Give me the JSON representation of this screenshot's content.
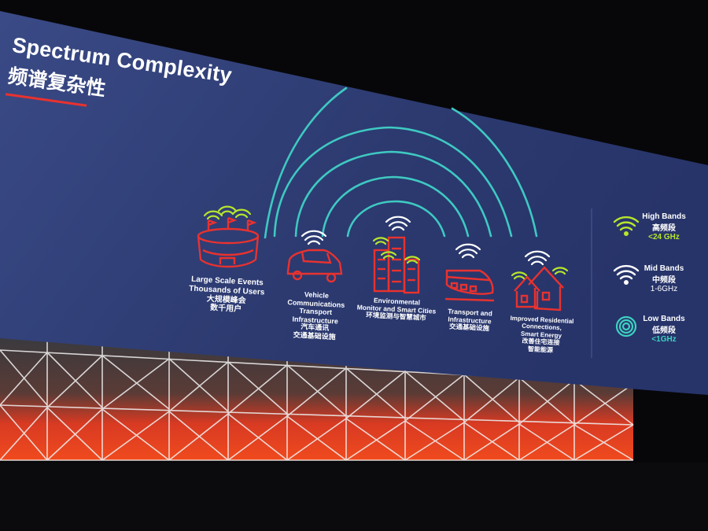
{
  "slide": {
    "title_en": "Spectrum Complexity",
    "title_zh": "频谱复杂性"
  },
  "use_cases": [
    {
      "lines": [
        "Large Scale Events",
        "Thousands of Users",
        "大规模峰会",
        "数千用户"
      ],
      "icon": "stadium-icon"
    },
    {
      "lines": [
        "Vehicle",
        "Communications",
        "Transport",
        "Infrastructure",
        "汽车通讯",
        "交通基础设施"
      ],
      "icon": "car-icon"
    },
    {
      "lines": [
        "Environmental",
        "Monitor and Smart Cities",
        "环境监测与智慧城市"
      ],
      "icon": "city-buildings-icon"
    },
    {
      "lines": [
        "Transport and",
        "Infrastructure",
        "交通基础设施"
      ],
      "icon": "train-icon"
    },
    {
      "lines": [
        "Improved Residential",
        "Connections,",
        "Smart Energy",
        "改善住宅连接",
        "智能能源"
      ],
      "icon": "houses-icon"
    }
  ],
  "legend": [
    {
      "name": "High Bands",
      "name_zh": "高频段",
      "range": "<24 GHz",
      "color": "#b8e62b",
      "icon": "wifi-high-icon"
    },
    {
      "name": "Mid Bands",
      "name_zh": "中频段",
      "range": "1-6GHz",
      "color": "#ffffff",
      "icon": "wifi-mid-icon"
    },
    {
      "name": "Low Bands",
      "name_zh": "低频段",
      "range": "<1GHz",
      "color": "#3dd1c0",
      "icon": "concentric-rings-icon"
    }
  ],
  "colors": {
    "slide_bg": "#2c3a6e",
    "accent_red": "#e8322f",
    "arc_teal": "#3fc9c1",
    "high_band_green": "#b8e62b"
  }
}
